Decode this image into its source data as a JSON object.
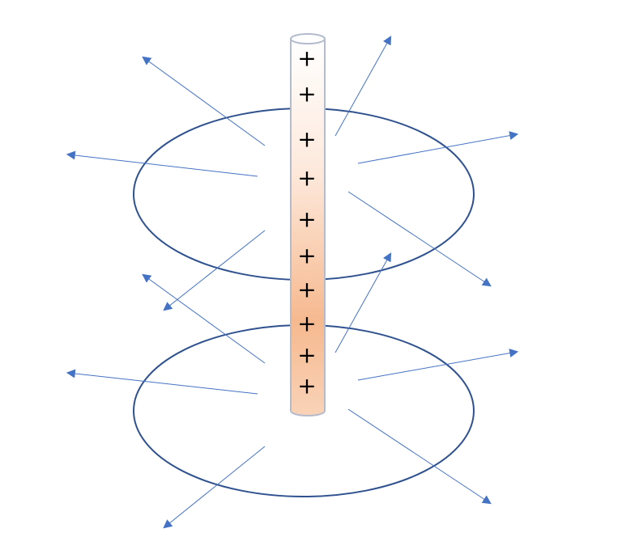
{
  "diagram": {
    "charge_symbol": "+",
    "charge_count": 10,
    "colors": {
      "ellipse_stroke": "#2f528f",
      "arrow_color": "#4472c4",
      "rod_outline": "#b4bccc",
      "rod_gradient_top": "#ffffff",
      "rod_gradient_bottom": "#f4b183",
      "charge_color": "#000000"
    },
    "icons": {
      "rod": "charged-rod",
      "surface": "gaussian-ellipse",
      "field_arrow": "arrow-icon"
    }
  }
}
